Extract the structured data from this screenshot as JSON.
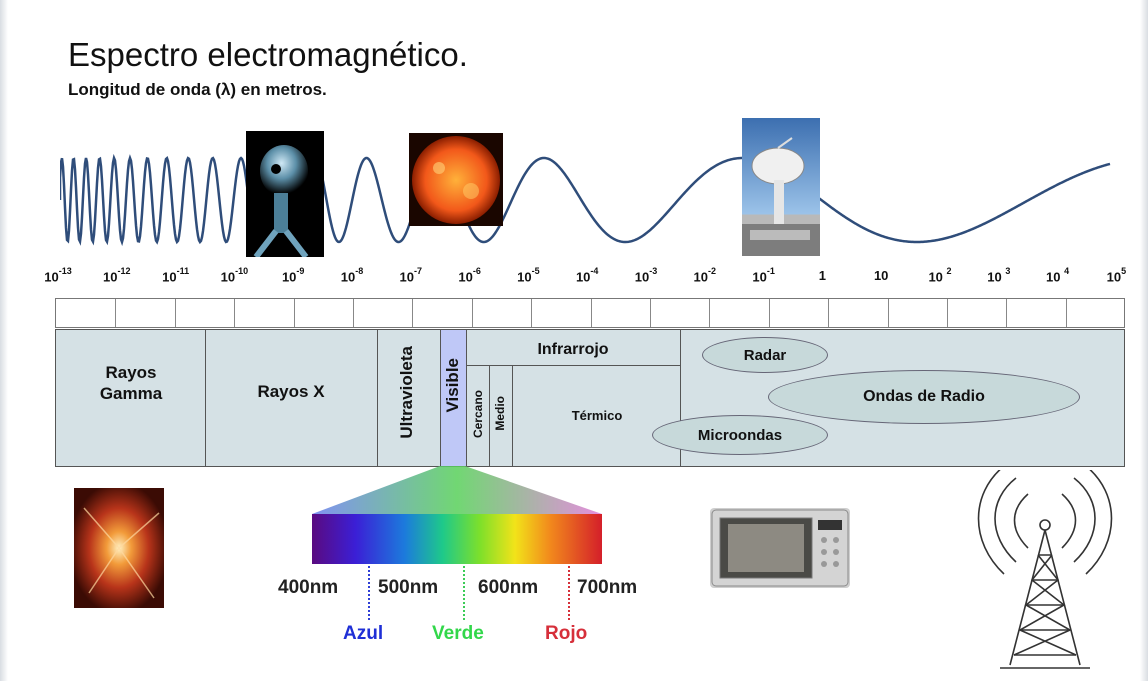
{
  "title": "Espectro electromagnético.",
  "subtitle": "Longitud de onda (λ) en metros.",
  "scale": {
    "ticks": [
      {
        "base": "10",
        "exp": "-13"
      },
      {
        "base": "10",
        "exp": "-12"
      },
      {
        "base": "10",
        "exp": "-11"
      },
      {
        "base": "10",
        "exp": "-10"
      },
      {
        "base": "10",
        "exp": "-9"
      },
      {
        "base": "10",
        "exp": "-8"
      },
      {
        "base": "10",
        "exp": "-7"
      },
      {
        "base": "10",
        "exp": "-6"
      },
      {
        "base": "10",
        "exp": "-5"
      },
      {
        "base": "10",
        "exp": "-4"
      },
      {
        "base": "10",
        "exp": "-3"
      },
      {
        "base": "10",
        "exp": "-2"
      },
      {
        "base": "10",
        "exp": "-1"
      },
      {
        "base": "1",
        "exp": ""
      },
      {
        "base": "10",
        "exp": ""
      },
      {
        "base": "10 ",
        "exp": "2"
      },
      {
        "base": "10 ",
        "exp": "3"
      },
      {
        "base": "10 ",
        "exp": "4"
      },
      {
        "base": "10",
        "exp": "5"
      }
    ]
  },
  "bands": {
    "gamma": "Rayos\nGamma",
    "xray": "Rayos X",
    "uv": "Ultravioleta",
    "visible": "Visible",
    "ir": "Infrarrojo",
    "near": "Cercano",
    "mid": "Medio",
    "thermal": "Térmico",
    "radar": "Radar",
    "radio": "Ondas de Radio",
    "microwaves": "Microondas"
  },
  "visible_scale": {
    "nm": [
      "400nm",
      "500nm",
      "600nm",
      "700nm"
    ],
    "colors": [
      {
        "label": "Azul",
        "color": "#1f2fd6"
      },
      {
        "label": "Verde",
        "color": "#32d74a"
      },
      {
        "label": "Rojo",
        "color": "#d62f3a"
      }
    ]
  },
  "icons": [
    "wave-icon",
    "xray-skull-image",
    "sun-image",
    "radio-dish-image",
    "supernova-image",
    "microwave-oven-image",
    "antenna-tower-image"
  ]
}
